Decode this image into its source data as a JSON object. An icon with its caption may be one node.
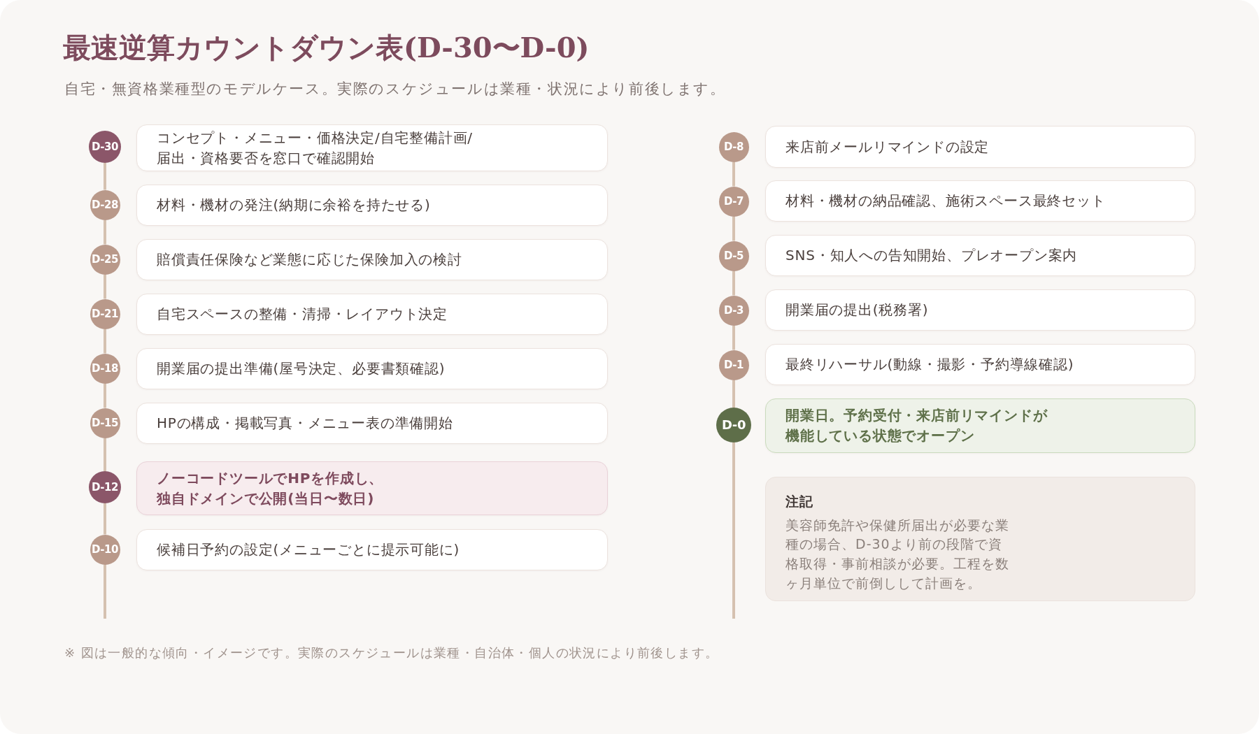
{
  "diagram": {
    "title": "最速逆算カウントダウン表(D-30〜D-0)",
    "nodes": [
      {
        "text": [
          "D-30"
        ]
      },
      {
        "text": [
          "コンセプト・メニュー・価格決定/自宅整備計画/届出・資格要否を窓口で確認開始"
        ]
      },
      {
        "text": [
          "D-28"
        ]
      },
      {
        "text": [
          "材料・機材の発注(納期に余裕を持たせる)"
        ]
      },
      {
        "text": [
          "D-25"
        ]
      },
      {
        "text": [
          "賠償責任保険など業態に応じた保険加入の検討"
        ]
      },
      {
        "text": [
          "D-21"
        ]
      },
      {
        "text": [
          "自宅スペースの整備・清掃・レイアウト決定"
        ]
      },
      {
        "text": [
          "D-18"
        ]
      },
      {
        "text": [
          "開業届の提出準備(屋号決定、必要書類確認)"
        ]
      },
      {
        "text": [
          "D-15"
        ]
      },
      {
        "text": [
          "HPの構成・掲載写真・メニュー表の準備開始"
        ]
      },
      {
        "text": [
          "D-12"
        ]
      },
      {
        "text": [
          "ノーコードツールでHPを作成し、独自ドメインで公開(当日〜数日)"
        ]
      },
      {
        "text": [
          "D-10"
        ]
      },
      {
        "text": [
          "候補日予約の設定(メニューごとに提示可能に)"
        ]
      },
      {
        "text": [
          "D-8"
        ]
      },
      {
        "text": [
          "来店前メールリマインドの設定"
        ]
      },
      {
        "text": [
          "D-7"
        ]
      },
      {
        "text": [
          "材料・機材の納品確認、施術スペース最終セット"
        ]
      },
      {
        "text": [
          "D-5"
        ]
      },
      {
        "text": [
          "SNS・知人への告知開始、プレオープン案内"
        ]
      },
      {
        "text": [
          "D-3"
        ]
      },
      {
        "text": [
          "開業届の提出(税務署)"
        ]
      },
      {
        "text": [
          "D-1"
        ]
      },
      {
        "text": [
          "最終リハーサル(動線・撮影・予約導線確認)"
        ]
      },
      {
        "text": [
          "D-0"
        ]
      },
      {
        "text": [
          "開業日。予約受付・来店前リマインドが機能している状態でオープン"
        ]
      },
      {
        "text": [
          "注記",
          "美容師免許や保健所届出が必要な業種の場合、D-30より前の段階で資格取得・事前相談が必要。工程を数ヶ月単位で前倒しして計画を。"
        ]
      }
    ],
    "edges": [
      {
        "from": 0,
        "to": 2,
        "arrow": "none"
      },
      {
        "from": 2,
        "to": 4,
        "arrow": "none"
      },
      {
        "from": 4,
        "to": 6,
        "arrow": "none"
      },
      {
        "from": 6,
        "to": 8,
        "arrow": "none"
      },
      {
        "from": 8,
        "to": 10,
        "arrow": "none"
      },
      {
        "from": 10,
        "to": 12,
        "arrow": "none"
      },
      {
        "from": 12,
        "to": 14,
        "arrow": "none"
      },
      {
        "from": 14,
        "to": null,
        "arrow": "none"
      },
      {
        "from": 16,
        "to": 18,
        "arrow": "none"
      },
      {
        "from": 18,
        "to": 20,
        "arrow": "none"
      },
      {
        "from": 20,
        "to": 22,
        "arrow": "none"
      },
      {
        "from": 22,
        "to": 24,
        "arrow": "none"
      },
      {
        "from": 24,
        "to": 26,
        "arrow": "none"
      },
      {
        "from": 26,
        "to": null,
        "arrow": "none"
      }
    ],
    "labels": [
      "自宅・無資格業種型のモデルケース。実際のスケジュールは業種・状況により前後します。",
      "※ 図は一般的な傾向・イメージです。実際のスケジュールは業種・自治体・個人の状況により前後します。"
    ]
  }
}
